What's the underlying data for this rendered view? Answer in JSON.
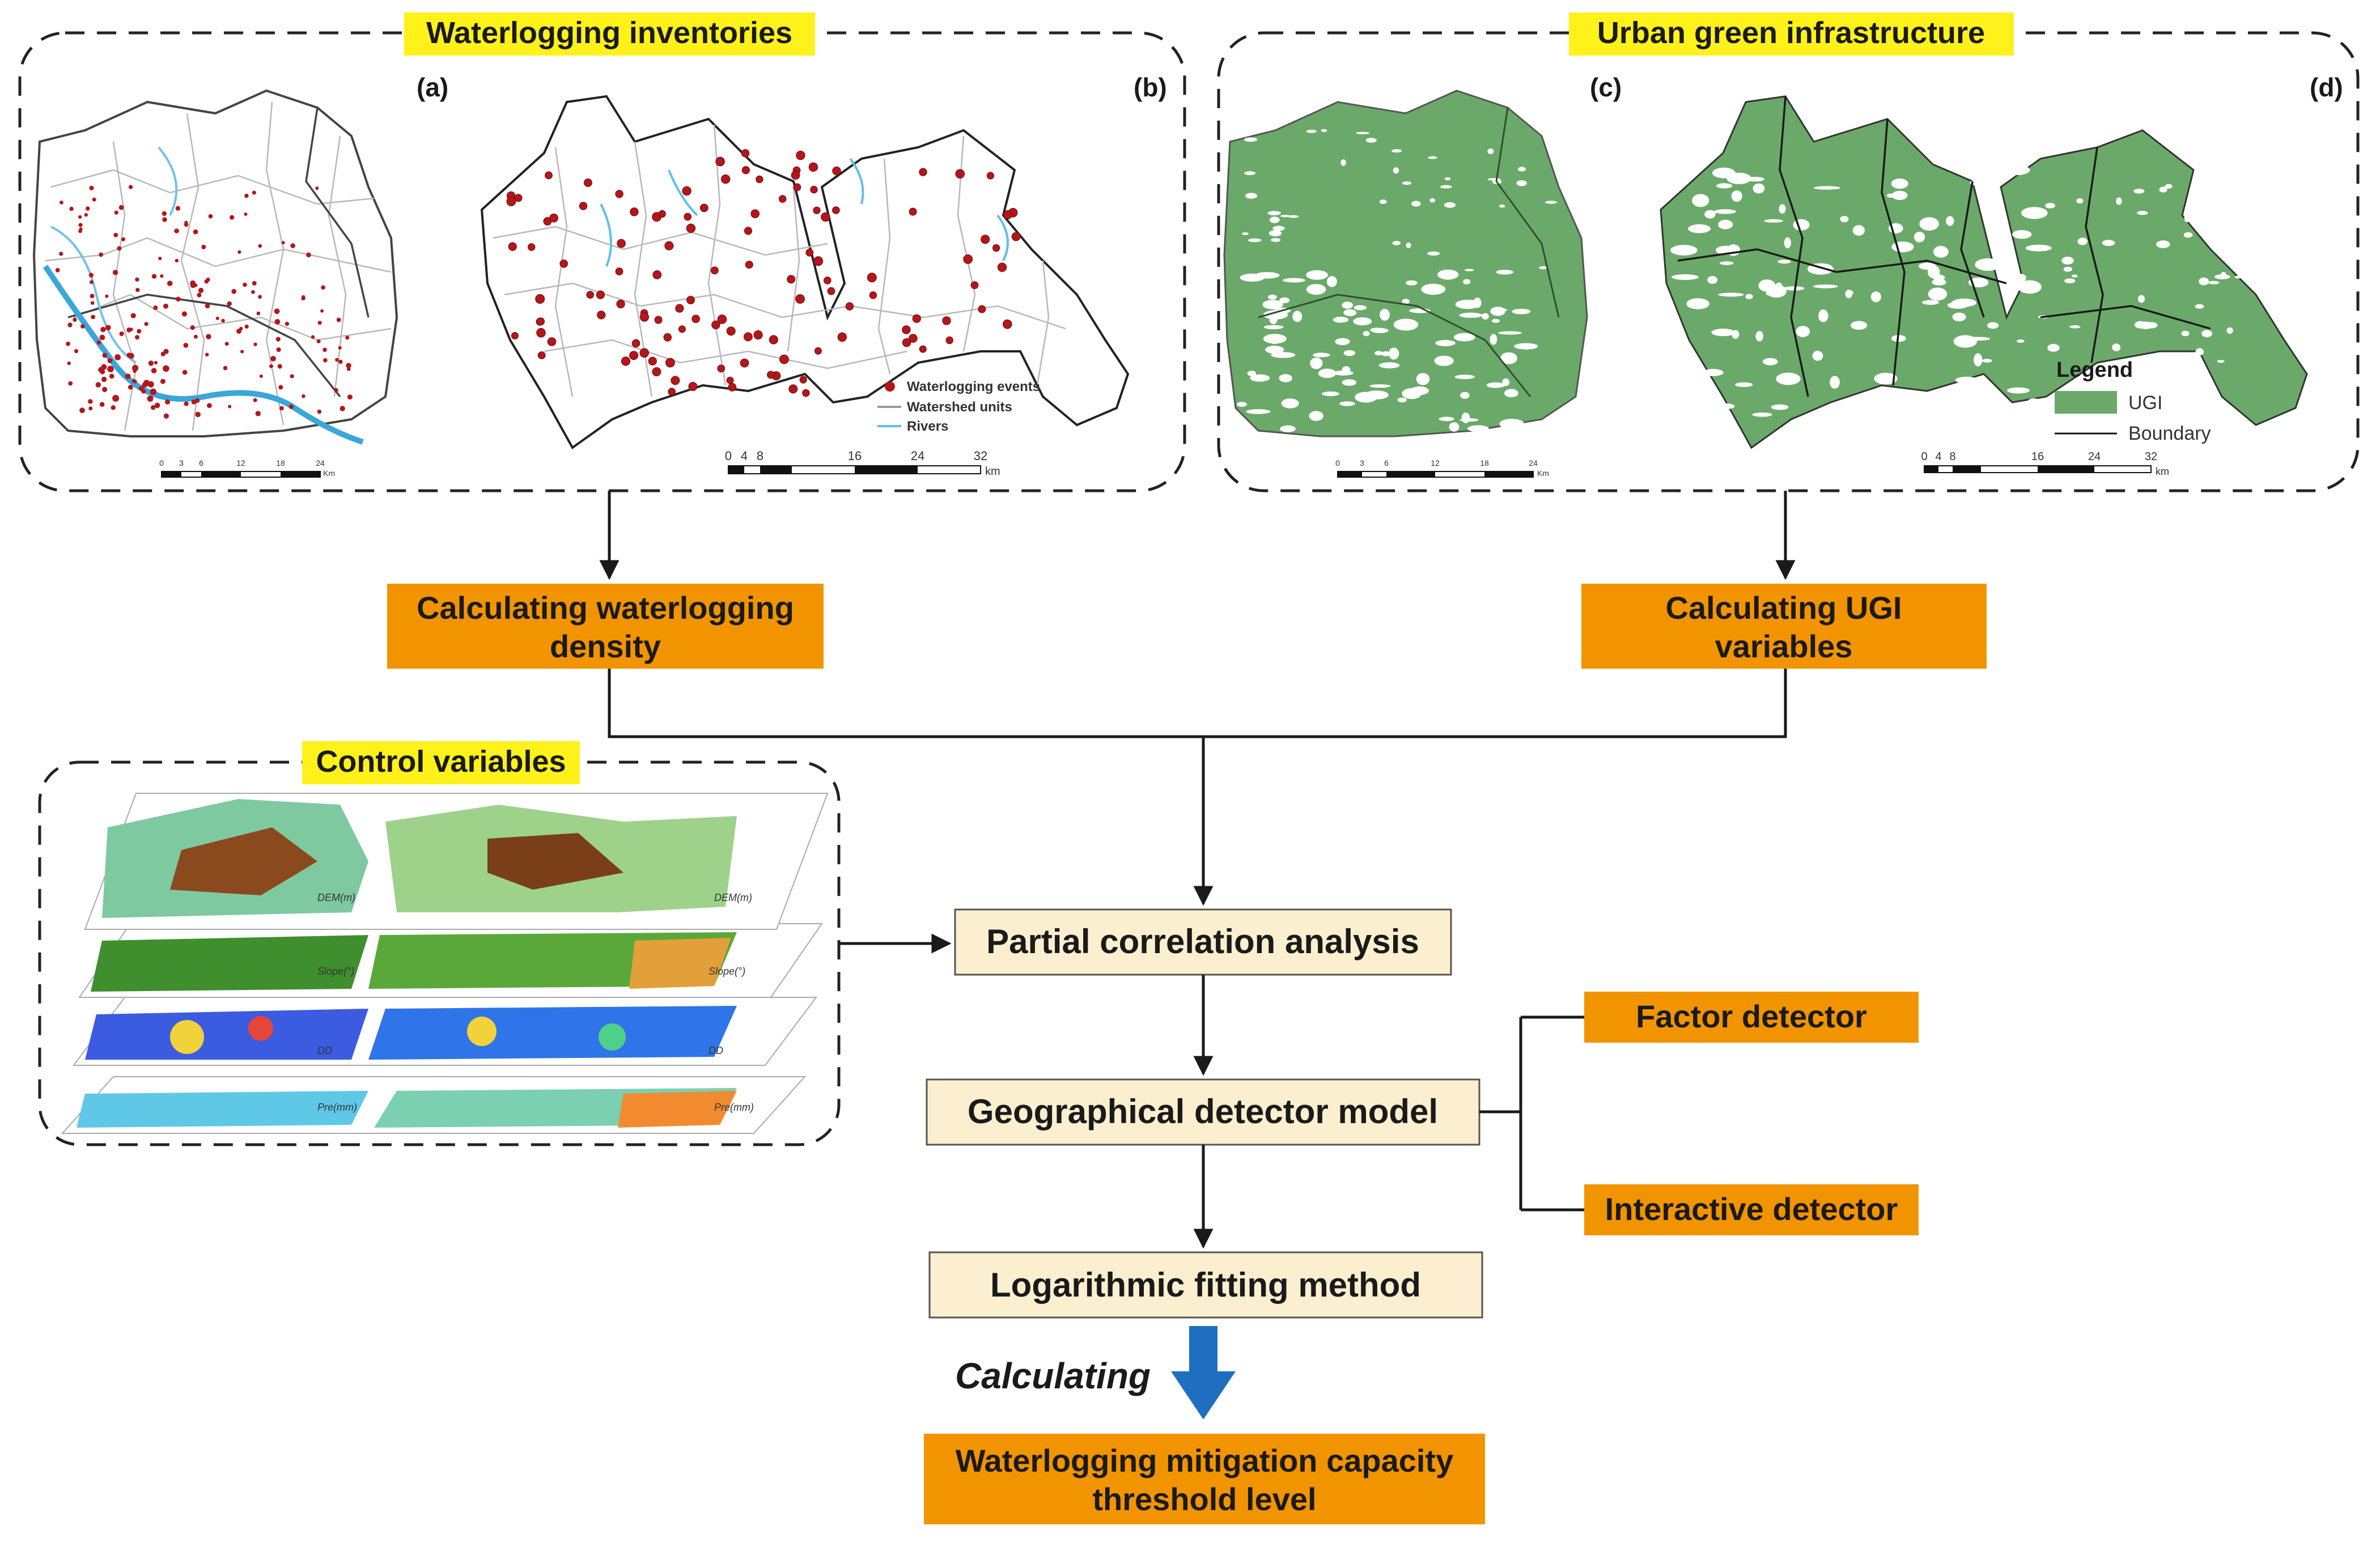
{
  "colors": {
    "orange_box": "#f29400",
    "cream_box": "#fbefcf",
    "highlight": "#fff11a",
    "ugi_green": "#6aa96a",
    "water_blue": "#5fc0e8",
    "event_red": "#b5161a",
    "arrow_blue": "#1f6fc1"
  },
  "groups": {
    "waterlogging": "Waterlogging inventories",
    "ugi": "Urban green infrastructure",
    "control": "Control variables"
  },
  "panels": {
    "a": "(a)",
    "b": "(b)",
    "c": "(c)",
    "d": "(d)"
  },
  "legend_b": {
    "events": "Waterlogging events",
    "watershed": "Watershed units",
    "rivers": "Rivers"
  },
  "legend_d": {
    "title": "Legend",
    "ugi": "UGI",
    "boundary": "Boundary"
  },
  "scale_a": {
    "ticks": [
      "0",
      "3",
      "6",
      "12",
      "18",
      "24"
    ],
    "unit": "Km"
  },
  "scale_b": {
    "ticks": [
      "0",
      "4",
      "8",
      "16",
      "24",
      "32"
    ],
    "unit": "km"
  },
  "scale_c": {
    "ticks": [
      "0",
      "3",
      "6",
      "12",
      "18",
      "24"
    ],
    "unit": "Km"
  },
  "scale_d": {
    "ticks": [
      "0",
      "4",
      "8",
      "16",
      "24",
      "32"
    ],
    "unit": "km"
  },
  "control_legends": [
    "DEM(m)",
    "DEM(m)",
    "Slope(°)",
    "Slope(°)",
    "DD",
    "DD",
    "Pre(mm)",
    "Pre(mm)"
  ],
  "steps": {
    "calc_density_l1": "Calculating waterlogging",
    "calc_density_l2": "density",
    "calc_ugi_l1": "Calculating UGI",
    "calc_ugi_l2": "variables",
    "partial": "Partial correlation analysis",
    "geodetector": "Geographical detector model",
    "factor": "Factor detector",
    "interactive": "Interactive detector",
    "logfit": "Logarithmic fitting method",
    "calculating": "Calculating",
    "threshold_l1": "Waterlogging mitigation capacity",
    "threshold_l2": "threshold level"
  }
}
